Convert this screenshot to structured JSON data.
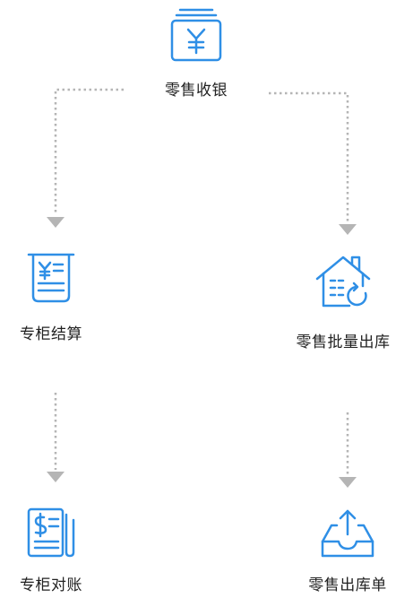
{
  "colors": {
    "icon": "#2f8fe6",
    "connector": "#b5b5b5"
  },
  "nodes": {
    "retail_cashier": {
      "label": "零售收银",
      "icon": "cash-register-icon"
    },
    "counter_settlement": {
      "label": "专柜结算",
      "icon": "receipt-icon"
    },
    "retail_bulk_outbound": {
      "label": "零售批量出库",
      "icon": "warehouse-icon"
    },
    "counter_reconciliation": {
      "label": "专柜对账",
      "icon": "statement-icon"
    },
    "retail_outbound_order": {
      "label": "零售出库单",
      "icon": "outbox-tray-icon"
    }
  },
  "edges": [
    {
      "from": "零售收银",
      "to": "专柜结算"
    },
    {
      "from": "零售收银",
      "to": "零售批量出库"
    },
    {
      "from": "专柜结算",
      "to": "专柜对账"
    },
    {
      "from": "零售批量出库",
      "to": "零售出库单"
    }
  ]
}
